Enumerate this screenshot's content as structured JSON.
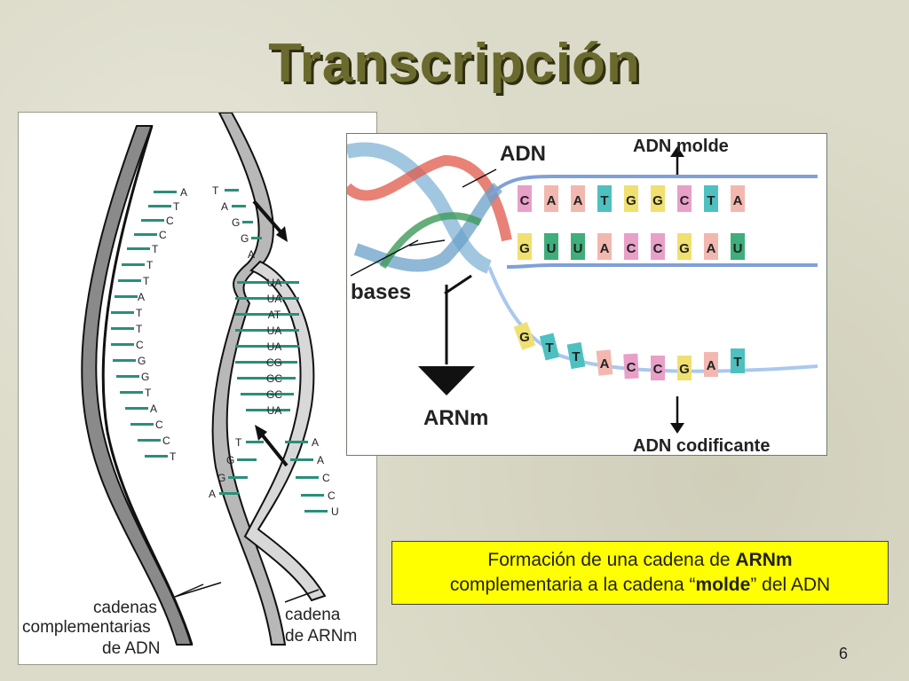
{
  "slide": {
    "title": "Transcripción",
    "page_number": "6"
  },
  "left_figure": {
    "left_strand_bases": [
      "A",
      "T",
      "C",
      "C",
      "T",
      "T",
      "T",
      "A",
      "T",
      "T",
      "C",
      "G",
      "G",
      "T",
      "A",
      "C",
      "C",
      "T"
    ],
    "middle_top_bases": [
      "T",
      "A",
      "G",
      "G",
      "A"
    ],
    "pairs": [
      "UA",
      "UA",
      "AT",
      "UA",
      "UA",
      "CG",
      "GC",
      "GC",
      "UA"
    ],
    "middle_bottom_bases": [
      "T",
      "G",
      "G",
      "A"
    ],
    "right_bottom_bases": [
      "A",
      "A",
      "C",
      "C",
      "U"
    ],
    "label_dna_line1": "cadenas",
    "label_dna_line2": "complementarias",
    "label_dna_line3": "de ADN",
    "label_rna_line1": "cadena",
    "label_rna_line2": "de ARNm"
  },
  "right_figure": {
    "label_adn": "ADN",
    "label_adn_molde": "ADN molde",
    "label_bases": "bases",
    "label_arnm": "ARNm",
    "label_adn_codificante": "ADN codificante",
    "top_row": [
      "C",
      "A",
      "A",
      "T",
      "G",
      "G",
      "C",
      "T",
      "A"
    ],
    "middle_row": [
      "G",
      "U",
      "U",
      "A",
      "C",
      "C",
      "G",
      "A",
      "U"
    ],
    "bottom_row": [
      "G",
      "T",
      "T",
      "A",
      "C",
      "C",
      "G",
      "A",
      "T"
    ]
  },
  "caption": {
    "part1": "Formación de una cadena de ",
    "bold1": "ARNm",
    "part2": "complementaria a la cadena “",
    "bold2": "molde",
    "part3": "” del ADN"
  }
}
